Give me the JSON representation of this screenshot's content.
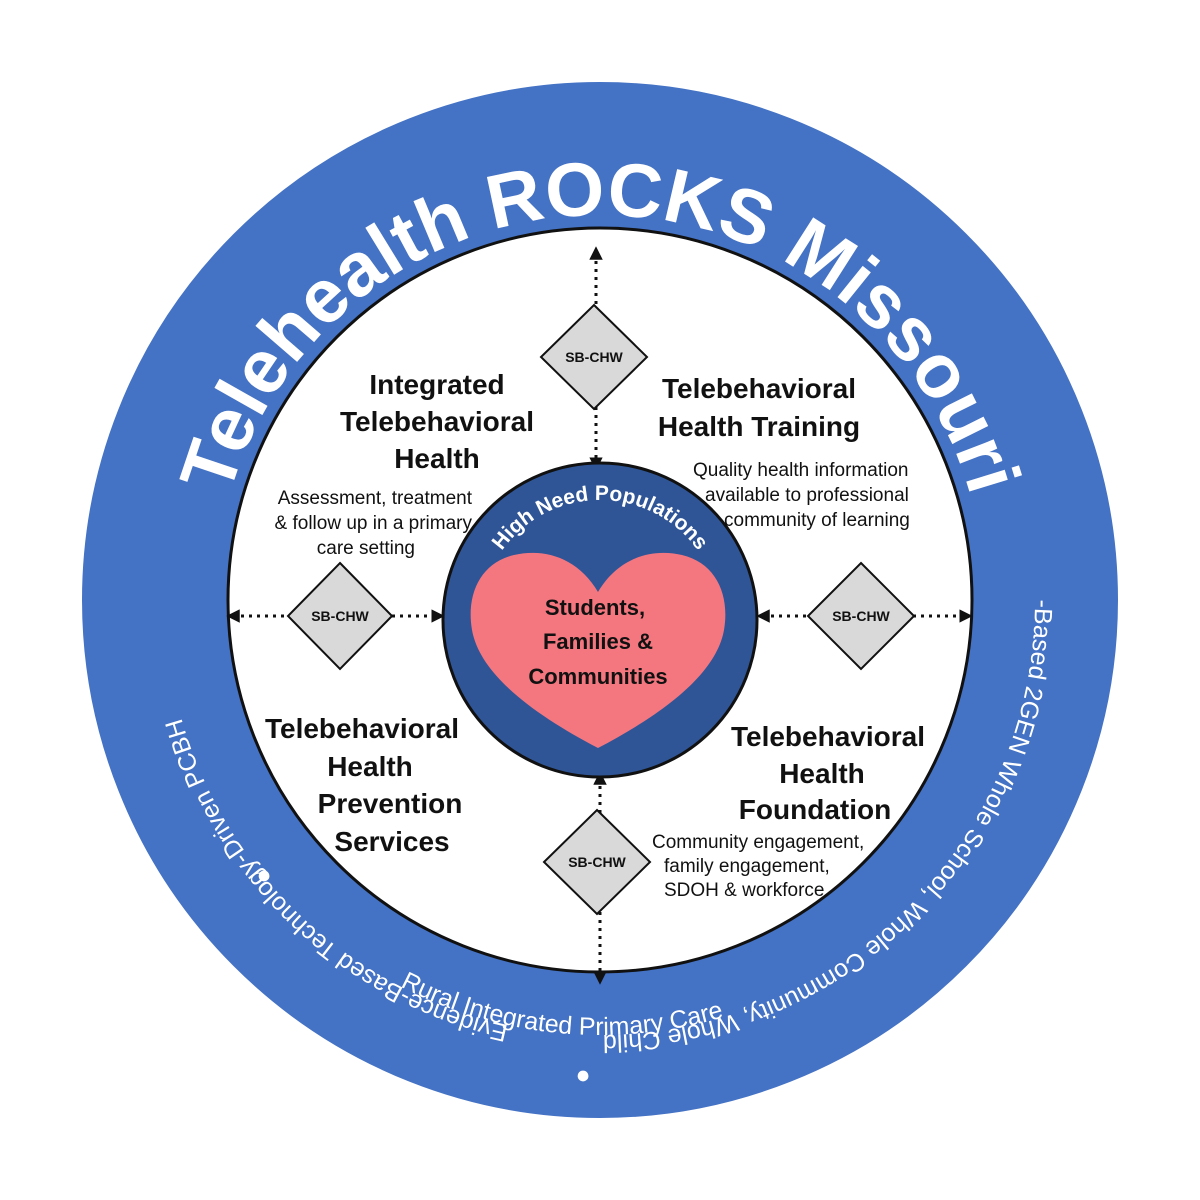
{
  "colors": {
    "outer_ring": "#4472c4",
    "inner_disc": "#ffffff",
    "core": "#2f5597",
    "heart": "#f4777f",
    "diamond": "#d9d9d9"
  },
  "ring": {
    "title": "Telehealth ROCKS Missouri",
    "subtitle": "Regional Outreach for Communities, Kids & Schools",
    "left_text": "Evidence-Based Technology-Driven PCBH",
    "bottom_text": "Rural Integrated Primary Care",
    "right_text": "Equity-Based 2GEN Whole School, Whole Community, Whole Child (WSCC)",
    "bullet": "●"
  },
  "core": {
    "arc_label": "High Need Populations",
    "heart_lines": [
      "Students,",
      "Families &",
      "Communities"
    ]
  },
  "quadrants": {
    "top_left": {
      "title_lines": [
        "Integrated",
        "Telebehavioral",
        "Health"
      ],
      "desc_lines": [
        "Assessment, treatment",
        "& follow up in a primary",
        "care setting"
      ]
    },
    "top_right": {
      "title_lines": [
        "Telebehavioral",
        "Health Training"
      ],
      "desc_lines": [
        "Quality health information",
        "available to professional",
        "community of learning"
      ]
    },
    "bottom_left": {
      "title_lines": [
        "Telebehavioral",
        "Health",
        "Prevention",
        "Services"
      ]
    },
    "bottom_right": {
      "title_lines": [
        "Telebehavioral",
        "Health",
        "Foundation"
      ],
      "desc_lines": [
        "Community engagement,",
        "family engagement,",
        "SDOH & workforce"
      ]
    }
  },
  "connectors": {
    "label": "SB-CHW"
  }
}
